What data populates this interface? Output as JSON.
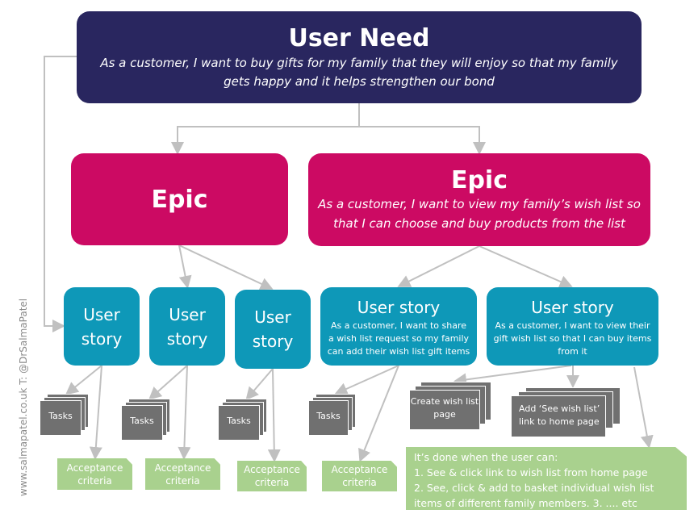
{
  "user_need": {
    "title": "User Need",
    "text": "As a customer, I want to buy gifts for my family that they will enjoy so that my family gets happy and it helps strengthen our bond"
  },
  "epics": [
    {
      "title": "Epic"
    },
    {
      "title": "Epic",
      "text": "As a customer, I want to view my family’s wish list so that I can choose and buy products from the list"
    }
  ],
  "stories": [
    {
      "title": "User story"
    },
    {
      "title": "User story"
    },
    {
      "title": "User story"
    },
    {
      "title": "User story",
      "text": "As a customer, I want to share a wish list request so my family can add their wish list gift items"
    },
    {
      "title": "User story",
      "text": "As a customer, I want to view their gift wish list so that I can buy items from it"
    }
  ],
  "tasks": [
    "Tasks",
    "Tasks",
    "Tasks",
    "Tasks",
    "Create wish list page",
    "Add ‘See wish list’ link to home page"
  ],
  "acceptance": "Acceptance criteria",
  "done": {
    "intro": "It’s done when the user can:",
    "items": [
      "1. See & click link to wish list from home page",
      "2. See, click & add to basket individual wish list items of different family members.  3. .... etc"
    ]
  },
  "watermark": "www.salmapatel.co.uk  T: @DrSalmaPatel",
  "colors": {
    "user_need": "#29265f",
    "epic": "#cc0a63",
    "story": "#0e98b8",
    "task": "#707070",
    "acceptance": "#a9d18e"
  }
}
